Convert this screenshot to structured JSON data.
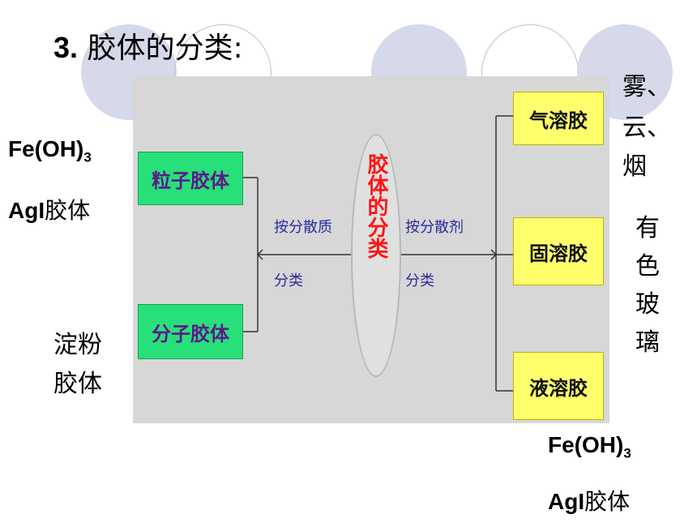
{
  "title": {
    "number": "3.",
    "text": "胶体的分类:"
  },
  "diagram": {
    "center": "胶体的分类",
    "left_label_1": "按分散质",
    "left_label_2": "分类",
    "right_label_1": "按分散剂",
    "right_label_2": "分类",
    "left_boxes": [
      "粒子胶体",
      "分子胶体"
    ],
    "right_boxes": [
      "气溶胶",
      "固溶胶",
      "液溶胶"
    ]
  },
  "annotations": {
    "feoh_main": "Fe(OH)",
    "feoh_sub": "3",
    "agi_bold": "AgI",
    "agi_rest": "胶体",
    "starch_1": "淀粉",
    "starch_2": "胶体",
    "fog_1": "雾、",
    "fog_2": "云、",
    "fog_3": "烟",
    "glass_1": "有",
    "glass_2": "色",
    "glass_3": "玻",
    "glass_4": "璃",
    "feoh2_main": "Fe(OH)",
    "feoh2_sub": "3",
    "agi2_bold": "AgI",
    "agi2_rest": "胶体"
  }
}
